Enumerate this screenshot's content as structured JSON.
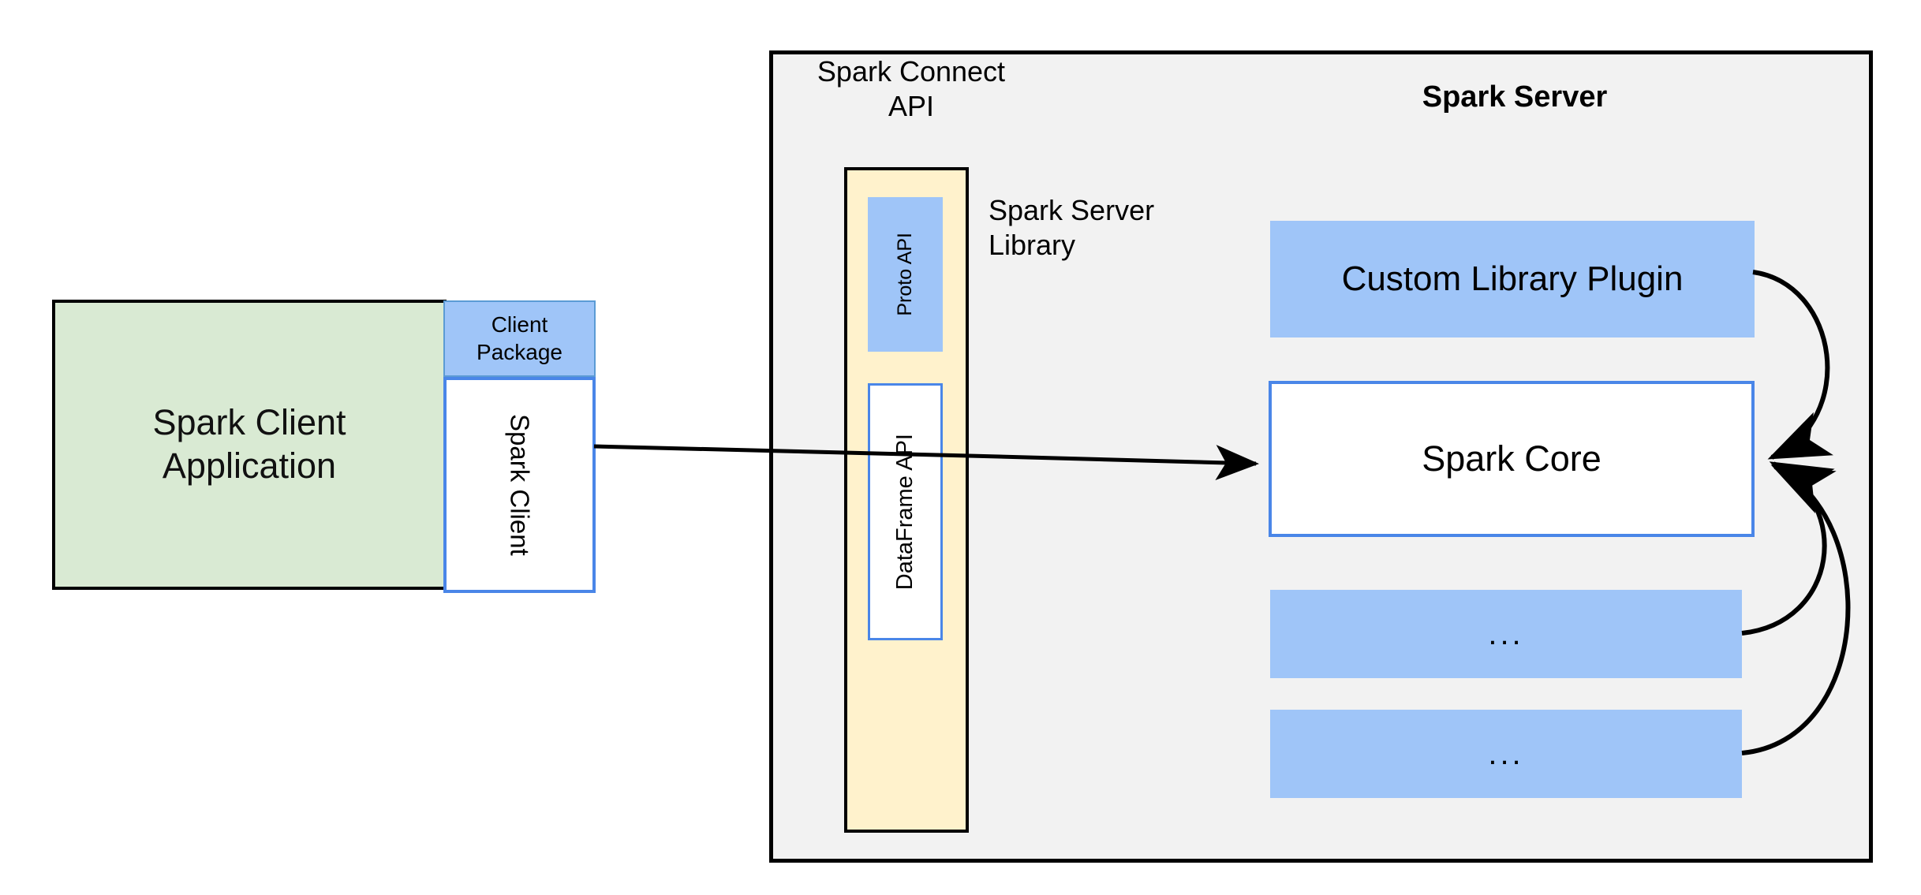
{
  "diagram": {
    "title": "Spark Connect architecture",
    "background": "#ffffff",
    "colors": {
      "green_fill": "#d9ead3",
      "blue_fill": "#9fc5f8",
      "blue_stroke": "#4a86e8",
      "yellow_fill": "#fff2cc",
      "container_fill": "#f2f2f2",
      "stroke": "#000000"
    }
  },
  "client": {
    "application_label": "Spark Client\nApplication",
    "package_label": "Client\nPackage",
    "client_label": "Spark Client"
  },
  "server": {
    "container_title": "Spark Server",
    "connect_api_label": "Spark Connect\nAPI",
    "server_library_label": "Spark Server\nLibrary",
    "api_column": {
      "proto_api_label": "Proto API",
      "dataframe_api_label": "DataFrame API"
    },
    "components": [
      {
        "label": "Custom Library Plugin",
        "style": "filled-blue"
      },
      {
        "label": "Spark Core",
        "style": "outlined-blue"
      },
      {
        "label": "...",
        "style": "filled-blue"
      },
      {
        "label": "...",
        "style": "filled-blue"
      }
    ]
  },
  "connectors": [
    {
      "name": "client-to-dataframe-api",
      "from": "Spark Client",
      "to": "DataFrame API",
      "kind": "straight"
    },
    {
      "name": "dataframe-api-to-spark-core",
      "from": "DataFrame API",
      "to": "Spark Core",
      "kind": "straight-arrow"
    },
    {
      "name": "custom-library-plugin-to-spark-core",
      "from": "Custom Library Plugin",
      "to": "Spark Core",
      "kind": "curved-arrow"
    },
    {
      "name": "ellipsis-1-to-spark-core",
      "from": "...",
      "to": "Spark Core",
      "kind": "curved-arrow"
    },
    {
      "name": "ellipsis-2-to-spark-core",
      "from": "...",
      "to": "Spark Core",
      "kind": "curved-arrow"
    }
  ]
}
